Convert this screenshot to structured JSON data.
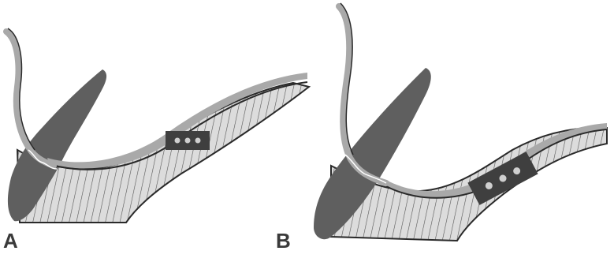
{
  "figure": {
    "panels": [
      {
        "label": "A",
        "screw_holes": 3
      },
      {
        "label": "B",
        "screw_holes": 3
      }
    ],
    "colors": {
      "soft_tissue": "#a9a9a9",
      "tooth": "#5f5f5f",
      "plate": "#3f3f3f",
      "hatch_fill": "#dcdcdc",
      "hatch_line": "#555555",
      "outline": "#2a2a2a",
      "screw": "#cfcfcf"
    }
  }
}
